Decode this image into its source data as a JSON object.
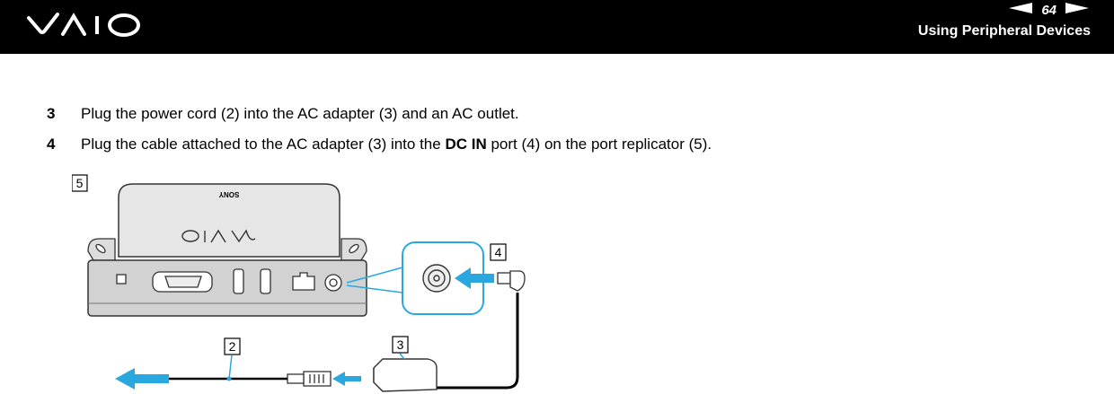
{
  "header": {
    "logo_text": "VAIO",
    "page_number": "64",
    "section_title": "Using Peripheral Devices",
    "prev_icon": "triangle-left-icon",
    "next_icon": "triangle-right-icon"
  },
  "steps": [
    {
      "number": "3",
      "text": "Plug the power cord (2) into the AC adapter (3) and an AC outlet."
    },
    {
      "number": "4",
      "text_before": "Plug the cable attached to the AC adapter (3) into the ",
      "text_bold": "DC IN",
      "text_after": " port (4) on the port replicator (5)."
    }
  ],
  "figure": {
    "brand_text": "SONY",
    "logo_text": "VAIO",
    "callouts": [
      "5",
      "4",
      "2",
      "3"
    ]
  },
  "colors": {
    "header_bg": "#000000",
    "arrow": "#29a8e0",
    "callout_line": "#29a8e0"
  }
}
